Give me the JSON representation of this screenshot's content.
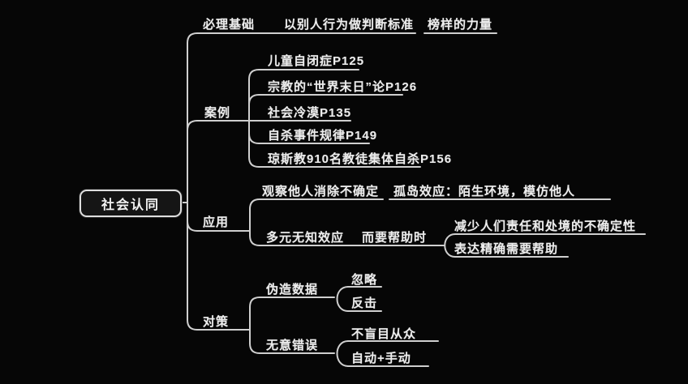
{
  "title": "社会认同思维导图",
  "colors": {
    "background": "#060606",
    "text": "#ededed",
    "line": "#cfcfcf",
    "root_fill": "#151515",
    "root_border": "#dedede"
  },
  "nodes": {
    "root": "社会认同",
    "basis": "必理基础",
    "basis_judge": "以别人行为做判断标准",
    "basis_model": "榜样的力量",
    "cases": "案例",
    "case_1": "儿童自闭症P125",
    "case_2": "宗教的“世界末日”论P126",
    "case_3": "社会冷漠P135",
    "case_4": "自杀事件规律P149",
    "case_5": "琼斯教910名教徒集体自杀P156",
    "application": "应用",
    "app_observe": "观察他人消除不确定",
    "app_island": "孤岛效应：陌生环境，模仿他人",
    "app_plural": "多元无知效应",
    "app_when_help": "而要帮助时",
    "app_reduce": "减少人们责任和处境的不确定性",
    "app_express": "表达精确需要帮助",
    "counter": "对策",
    "counter_fake": "伪造数据",
    "counter_ignore": "忽略",
    "counter_fight": "反击",
    "counter_mistake": "无意错误",
    "counter_noblind": "不盲目从众",
    "counter_auto": "自动+手动"
  }
}
